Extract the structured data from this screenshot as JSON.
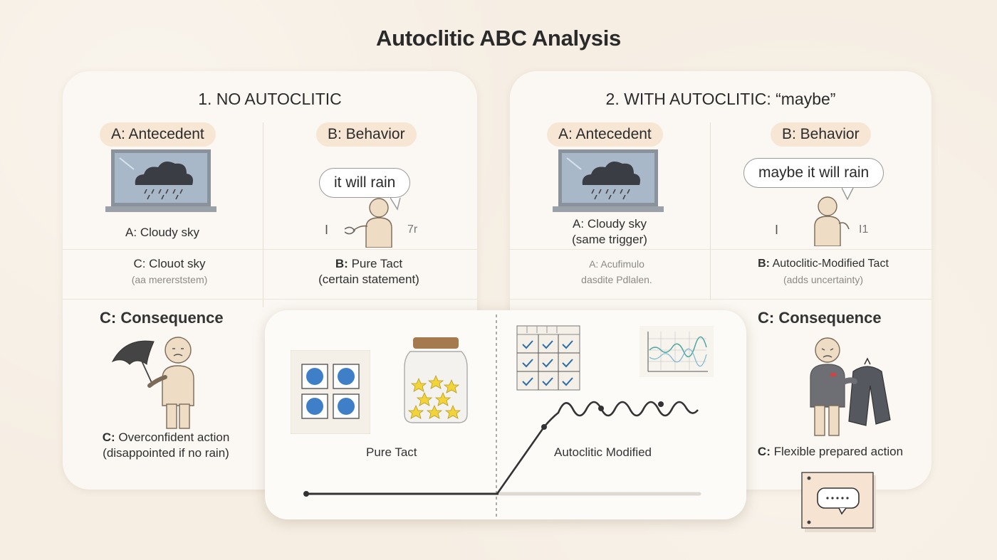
{
  "title": "Autoclitic ABC Analysis",
  "panel1": {
    "title": "1. NO AUTOCLITIC",
    "antecedent_label": "A: Antecedent",
    "behavior_label": "B: Behavior",
    "antecedent_caption": "A: Cloudy sky",
    "behavior_speech": "it will rain",
    "sub_left_line1": "C: Clouot sky",
    "sub_left_line2": "(aa mererststem)",
    "sub_right_prefix": "B:",
    "sub_right_line1": "Pure Tact",
    "sub_right_line2": "(certain statement)",
    "consequence_label": "C: Consequence",
    "consequence_prefix": "C:",
    "consequence_line1": "Overconfident action",
    "consequence_line2": "(disappointed if no rain)",
    "glyph_left": "I",
    "glyph_right": "7r"
  },
  "panel2": {
    "title": "2. WITH AUTOCLITIC: “maybe”",
    "antecedent_label": "A: Antecedent",
    "behavior_label": "B: Behavior",
    "antecedent_caption_line1": "A: Cloudy sky",
    "antecedent_caption_line2": "(same trigger)",
    "behavior_speech": "maybe it will rain",
    "sub_left_line1": "A: Acufimulo",
    "sub_left_line2": "dasdite Pdlalen.",
    "sub_right_prefix": "B:",
    "sub_right_line1": "Autoclitic-Modified Tact",
    "sub_right_line2": "(adds uncertainty)",
    "consequence_label": "C: Consequence",
    "consequence_prefix": "C:",
    "consequence_line1": "Flexible prepared action",
    "glyph_left": "I",
    "glyph_right": "I1"
  },
  "overlay": {
    "left_label": "Pure Tact",
    "right_label": "Autoclitic Modified"
  },
  "colors": {
    "background": "#f6eee3",
    "panel": "#fbf8f3",
    "pill": "#f7e6d4",
    "figure": "#efdcc4",
    "cloud": "#3a3d44",
    "window": "#a9b8c8",
    "dot": "#3f7fc8",
    "star": "#f2d43a"
  }
}
